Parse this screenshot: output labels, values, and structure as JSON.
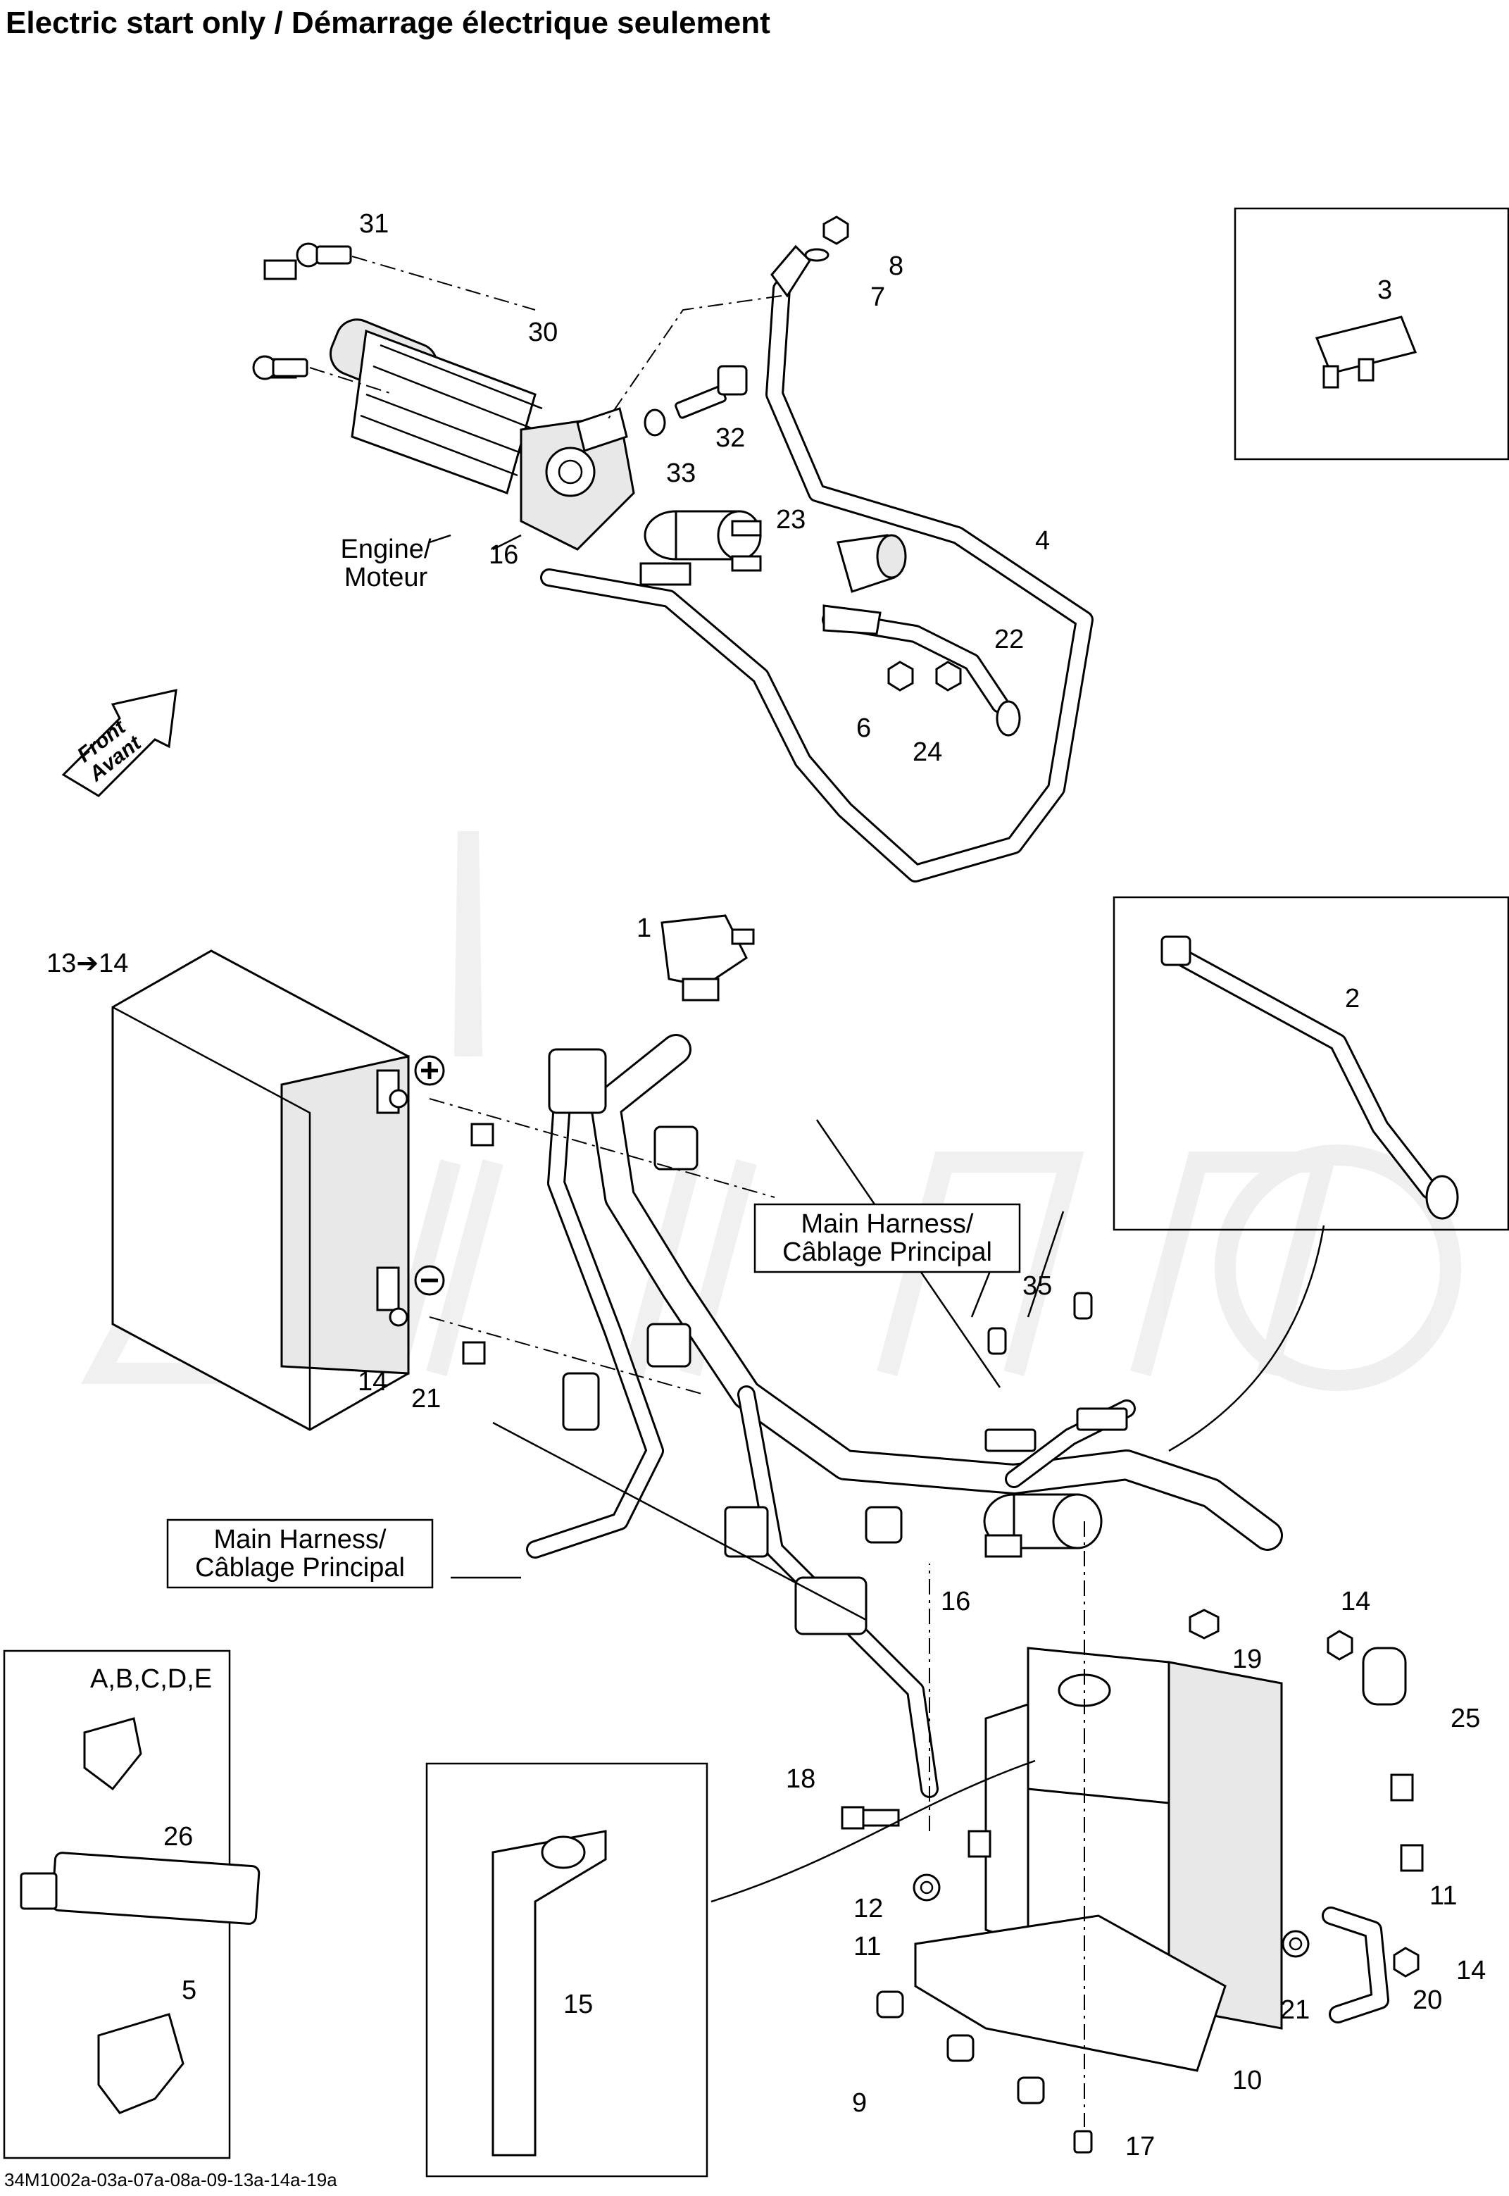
{
  "title": "Electric start only / Démarrage électrique seulement",
  "diagram_code": "34M1002a-03a-07a-08a-09-13a-14a-19a",
  "labels": {
    "engine": "Engine/\nMoteur",
    "front": "Front\nAvant",
    "main_harness": "Main Harness/\nCâblage Principal",
    "battery_ref": "13➔14",
    "plus": "+",
    "minus": "−",
    "tape_list": "A,B,C,D,E"
  },
  "callouts": [
    "31",
    "30",
    "8",
    "7",
    "32",
    "33",
    "3",
    "23",
    "4",
    "16",
    "22",
    "6",
    "24",
    "1",
    "2",
    "14",
    "21",
    "35",
    "16",
    "14",
    "19",
    "25",
    "18",
    "12",
    "11",
    "11",
    "15",
    "14",
    "20",
    "21",
    "10",
    "9",
    "17",
    "26",
    "5"
  ],
  "icons": [
    "front-arrow-icon",
    "plus-terminal-icon",
    "minus-terminal-icon"
  ]
}
